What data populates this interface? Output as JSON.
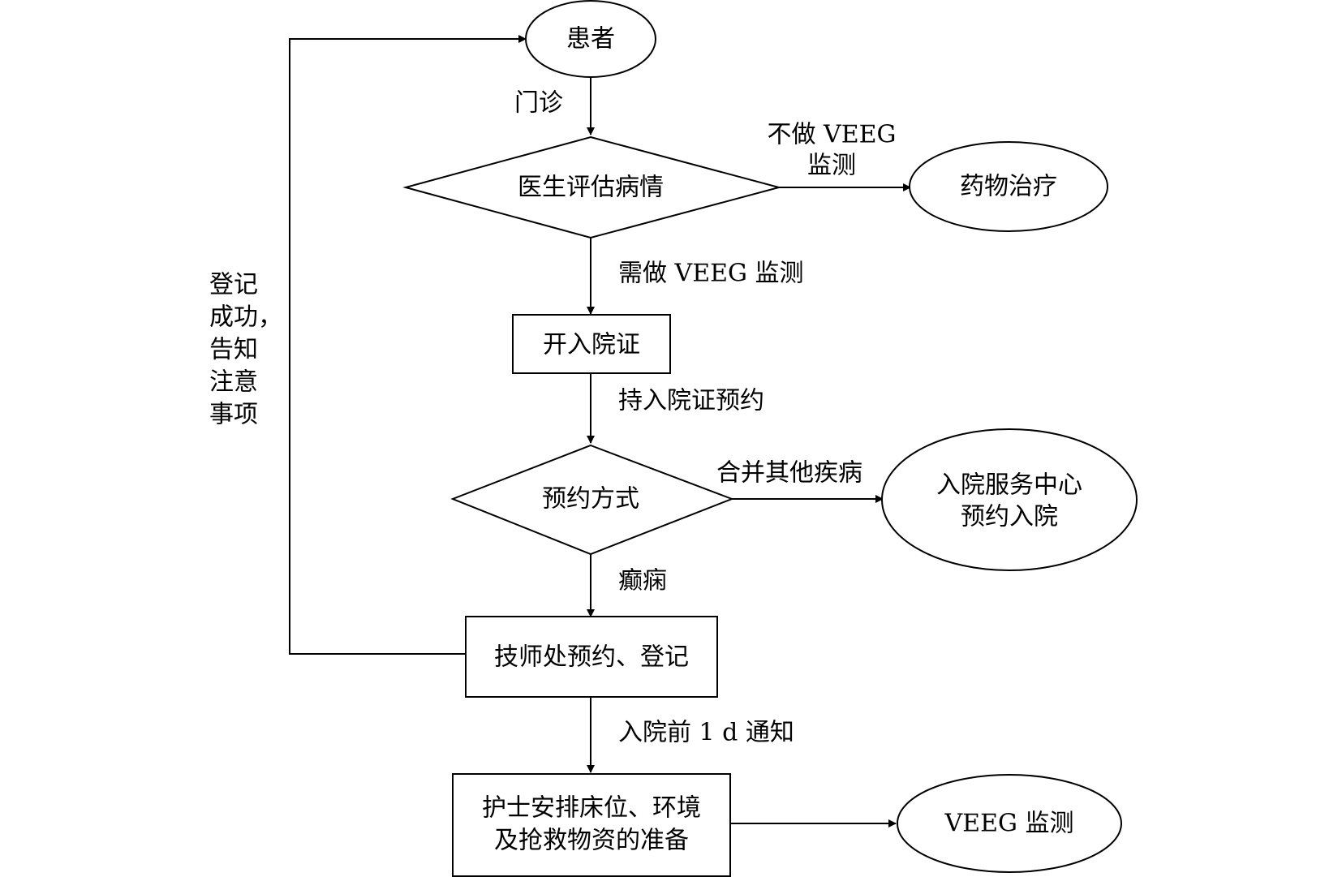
{
  "nodes": {
    "patient": "患者",
    "assess": "医生评估病情",
    "drug": "药物治疗",
    "admission_cert": "开入院证",
    "booking_method": "预约方式",
    "service_center": [
      "入院服务中心",
      "预约入院"
    ],
    "technician": "技师处预约、登记",
    "nurse": [
      "护士安排床位、环境",
      "及抢救物资的准备"
    ],
    "veeg": "VEEG 监测"
  },
  "edges": {
    "outpatient": "门诊",
    "no_veeg": [
      "不做 VEEG",
      "监测"
    ],
    "need_veeg": "需做 VEEG 监测",
    "hold_cert": "持入院证预约",
    "comorbid": "合并其他疾病",
    "epilepsy": "癫痫",
    "notify": "入院前 1 d 通知",
    "feedback": [
      "登记",
      "成功，",
      "告知",
      "注意",
      "事项"
    ]
  }
}
